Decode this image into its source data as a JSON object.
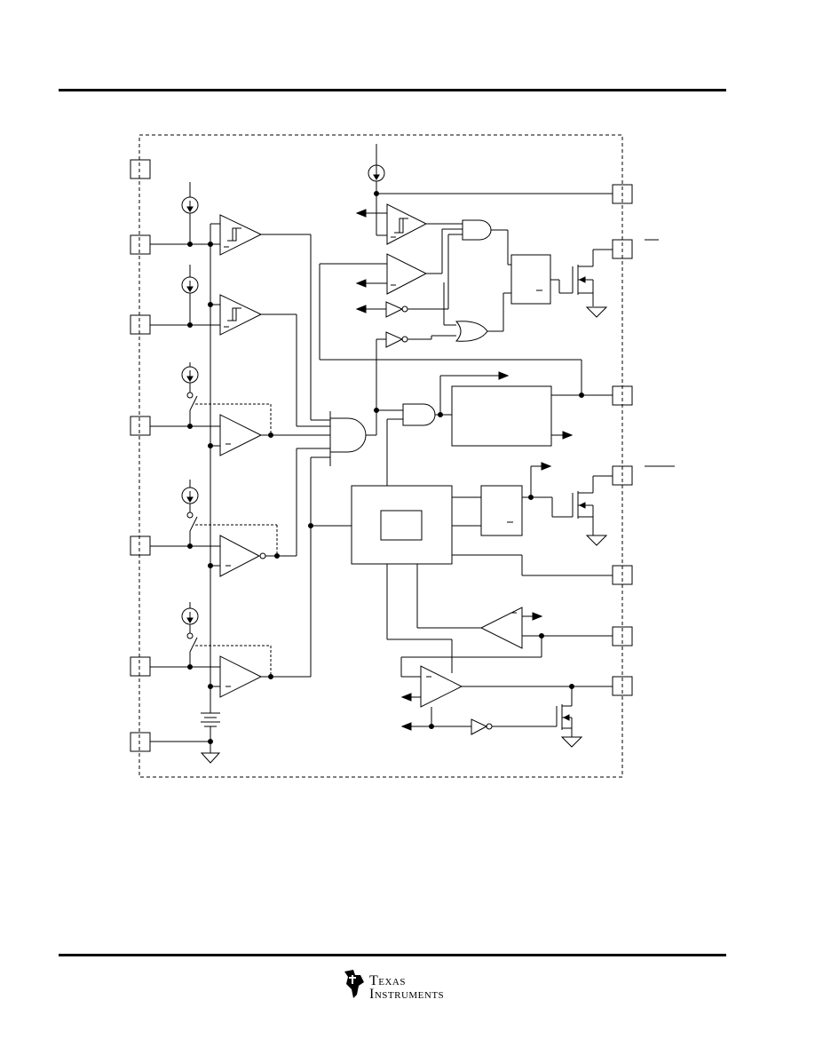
{
  "footer": {
    "company_line1": "Texas",
    "company_line2": "Instruments",
    "logo": "ti-logo-icon"
  },
  "diagram": {
    "kind": "functional-block-diagram",
    "colors": {
      "stroke": "#000000",
      "background": "#ffffff"
    }
  }
}
